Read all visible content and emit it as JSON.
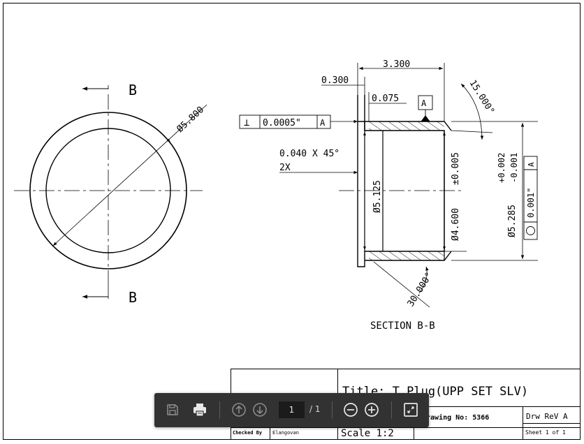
{
  "drawing": {
    "left_view": {
      "diameter": "Ø5.800",
      "section_letter_top": "B",
      "section_letter_bottom": "B"
    },
    "section": {
      "overall_length": "3.300",
      "flange_thickness": "0.300",
      "step": "0.075",
      "datum": "A",
      "perpendicularity_symbol": "⊥",
      "perpendicularity_tol": "0.0005\"",
      "perpendicularity_datum": "A",
      "chamfer": "0.040 X 45°",
      "chamfer_count": "2X",
      "bore_diameter": "Ø5.125",
      "inner_diameter": "Ø4.600",
      "inner_tol": "±0.005",
      "outer_diameter": "Ø5.285",
      "outer_tol_plus": "+0.002",
      "outer_tol_minus": "-0.001",
      "circularity_tol": "0.001\"",
      "circularity_datum": "A",
      "angle_top": "15.000°",
      "angle_bottom": "30.000°",
      "section_label": "SECTION B-B"
    }
  },
  "title_block": {
    "title": "Title: T Plug(UPP SET SLV)",
    "drawing_no": "Drawing No: 5366",
    "rev": "Drw ReV A",
    "checked_by_label": "Checked By",
    "checked_by": "Elangovan",
    "scale": "Scale 1:2",
    "sheet": "Sheet 1 of 1"
  },
  "toolbar": {
    "page_current": "1",
    "page_total": "/ 1"
  },
  "colors": {
    "toolbar_bg": "#323232",
    "icon": "#e8e8e8",
    "icon_disabled": "#8a8a8a"
  }
}
